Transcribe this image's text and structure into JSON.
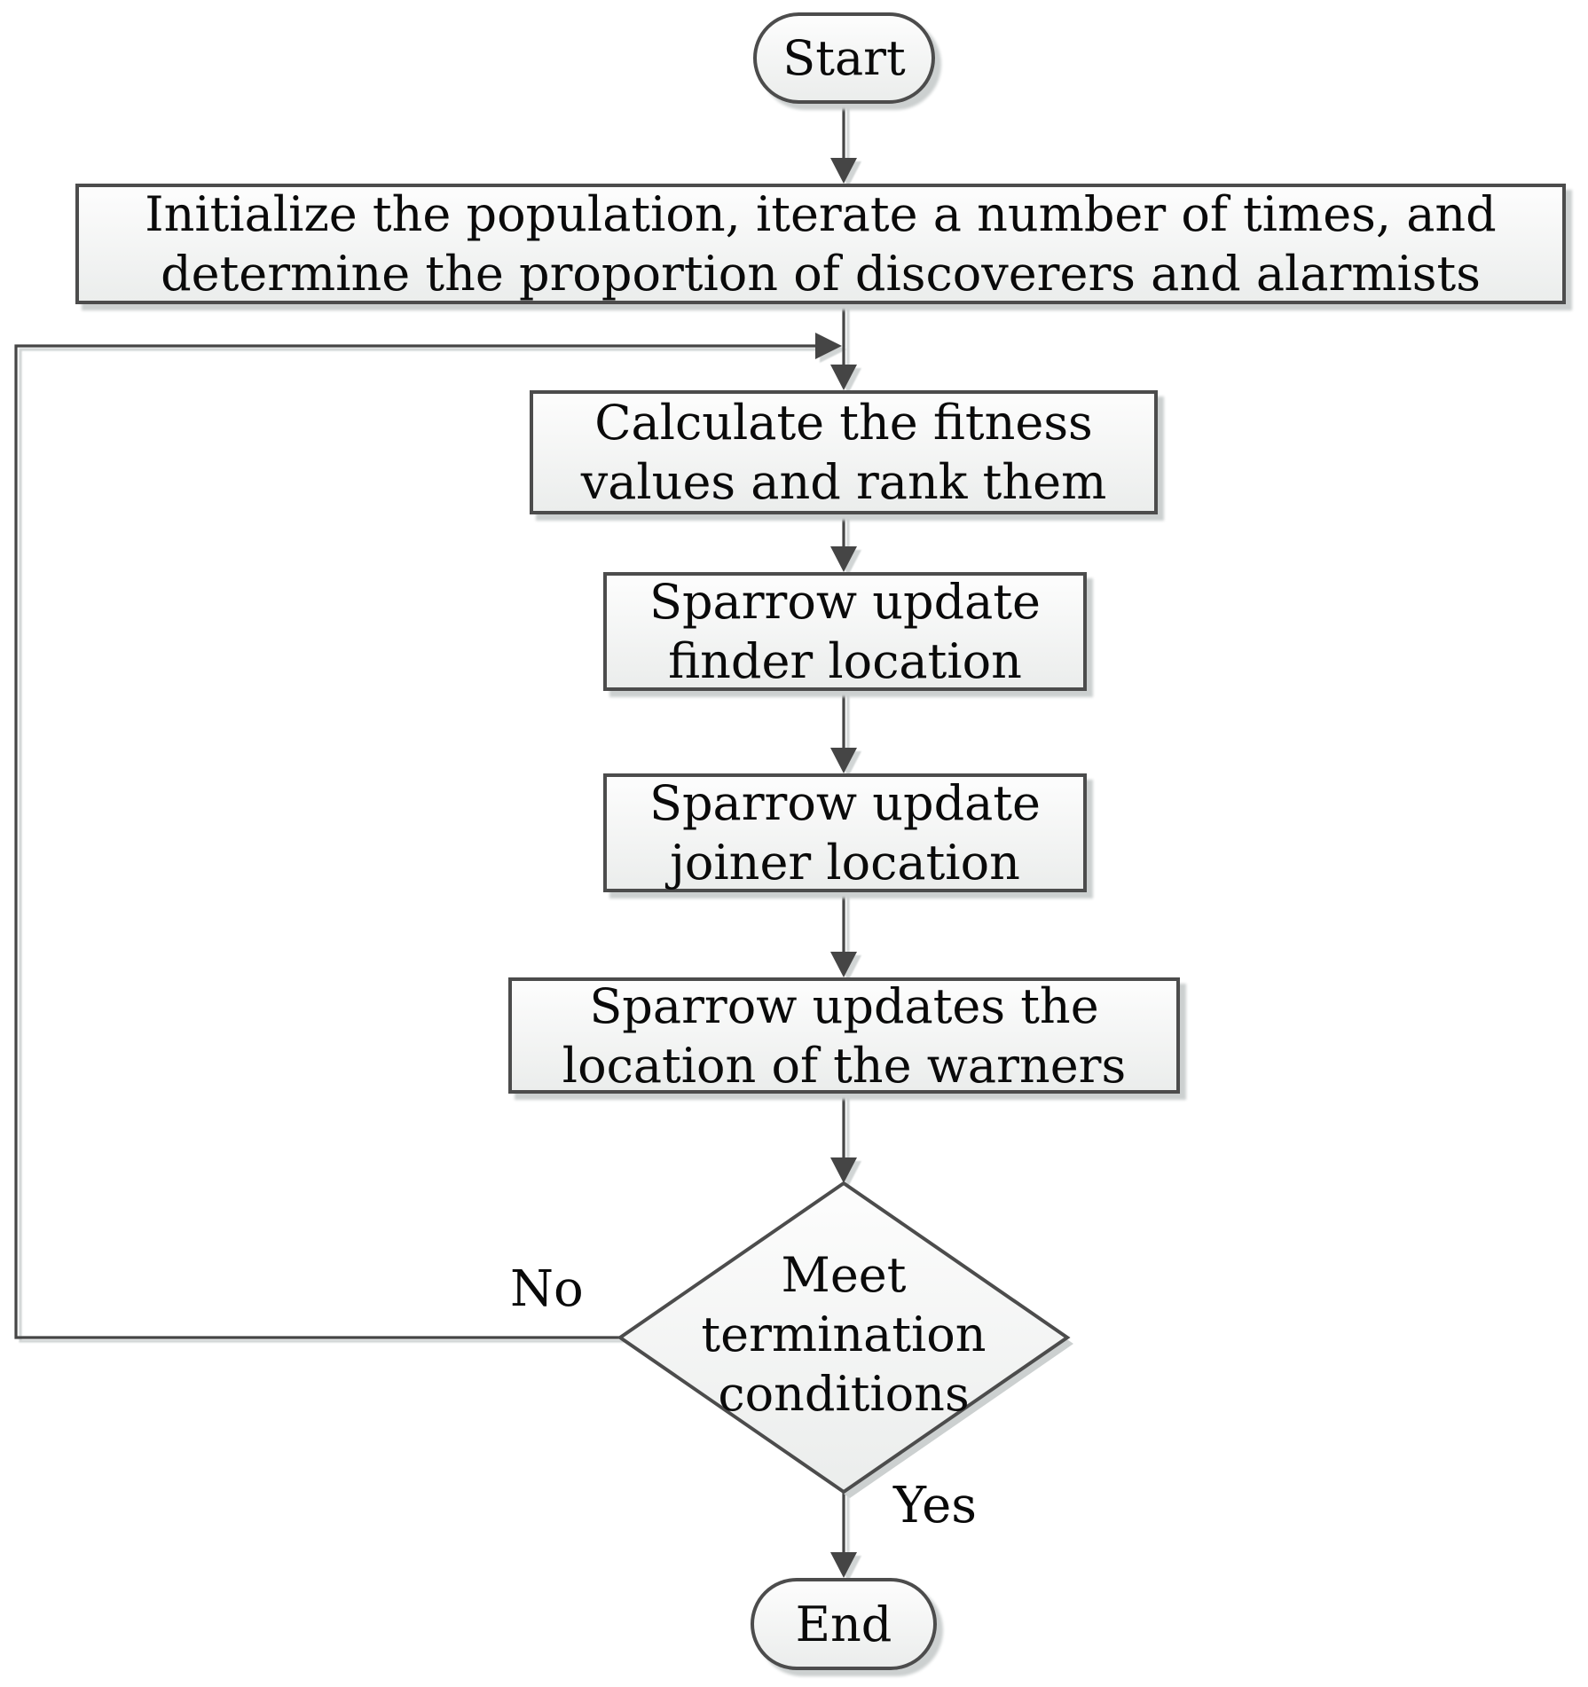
{
  "nodes": {
    "start": {
      "label": "Start"
    },
    "init": {
      "lines": [
        "Initialize the population, iterate a number of times, and",
        "determine the proportion of discoverers and alarmists"
      ]
    },
    "fitness": {
      "lines": [
        "Calculate the fitness",
        "values and rank them"
      ]
    },
    "finder": {
      "lines": [
        "Sparrow update",
        "finder location"
      ]
    },
    "joiner": {
      "lines": [
        "Sparrow update",
        "joiner location"
      ]
    },
    "warners": {
      "lines": [
        "Sparrow updates the",
        "location of the warners"
      ]
    },
    "decision": {
      "lines": [
        "Meet",
        "termination",
        "conditions"
      ]
    },
    "end": {
      "label": "End"
    }
  },
  "edge_labels": {
    "no": "No",
    "yes": "Yes"
  },
  "colors": {
    "node_border": "#4c4c4c",
    "connector": "#444444",
    "fill_top": "#fdfdfd",
    "fill_bottom": "#ebedec",
    "shadow": "#ccd0d0",
    "text": "#0a0a0a",
    "background": "#ffffff"
  }
}
